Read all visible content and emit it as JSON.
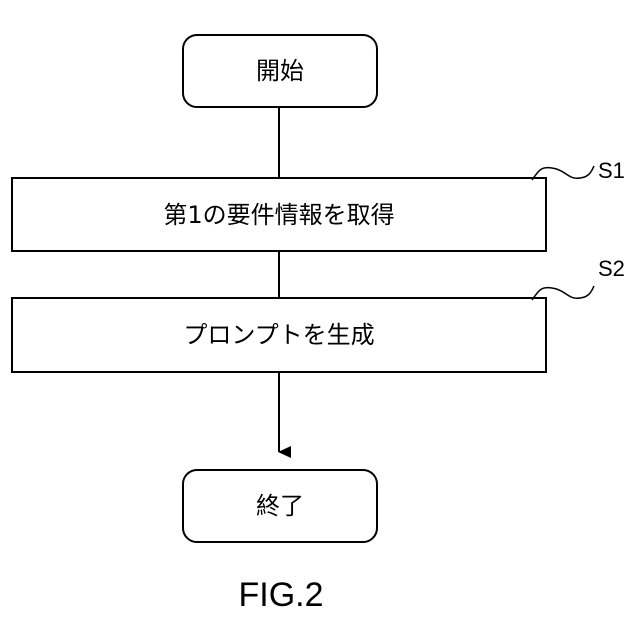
{
  "flowchart": {
    "start": {
      "label": "開始"
    },
    "steps": [
      {
        "id": "S1",
        "label": "第1の要件情報を取得"
      },
      {
        "id": "S2",
        "label": "プロンプトを生成"
      }
    ],
    "end": {
      "label": "終了"
    }
  },
  "caption": "FIG.2"
}
